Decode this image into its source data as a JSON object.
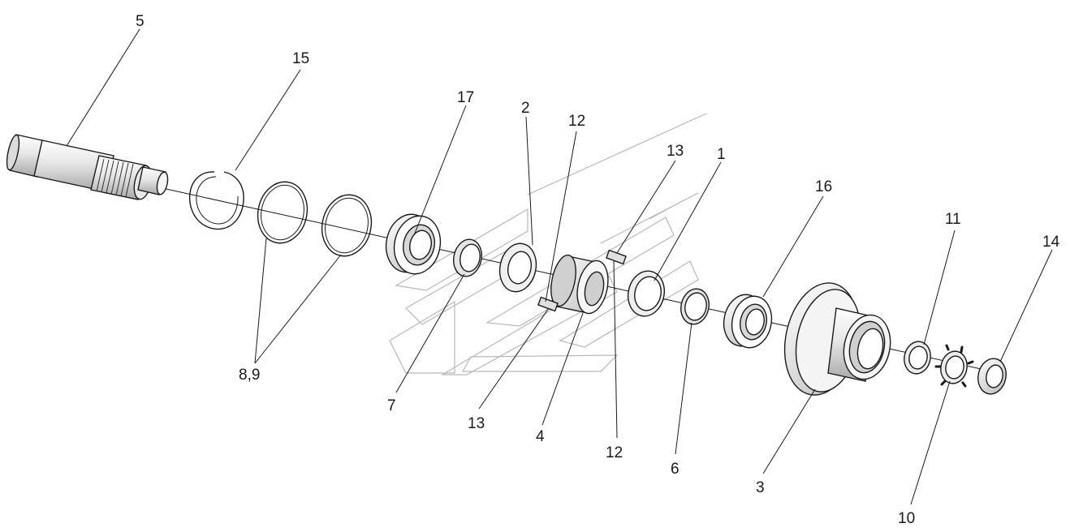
{
  "callouts": {
    "c5": "5",
    "c15": "15",
    "c17": "17",
    "c2": "2",
    "c12a": "12",
    "c13a": "13",
    "c1": "1",
    "c16": "16",
    "c11": "11",
    "c14": "14",
    "c89": "8,9",
    "c7": "7",
    "c13b": "13",
    "c4": "4",
    "c12b": "12",
    "c6": "6",
    "c3": "3",
    "c10": "10"
  },
  "colors": {
    "line": "#1a1a1a",
    "part_fill": "#f2f2f2",
    "part_shade": "#cfcfcf",
    "watermark": "#b8b8b8"
  }
}
